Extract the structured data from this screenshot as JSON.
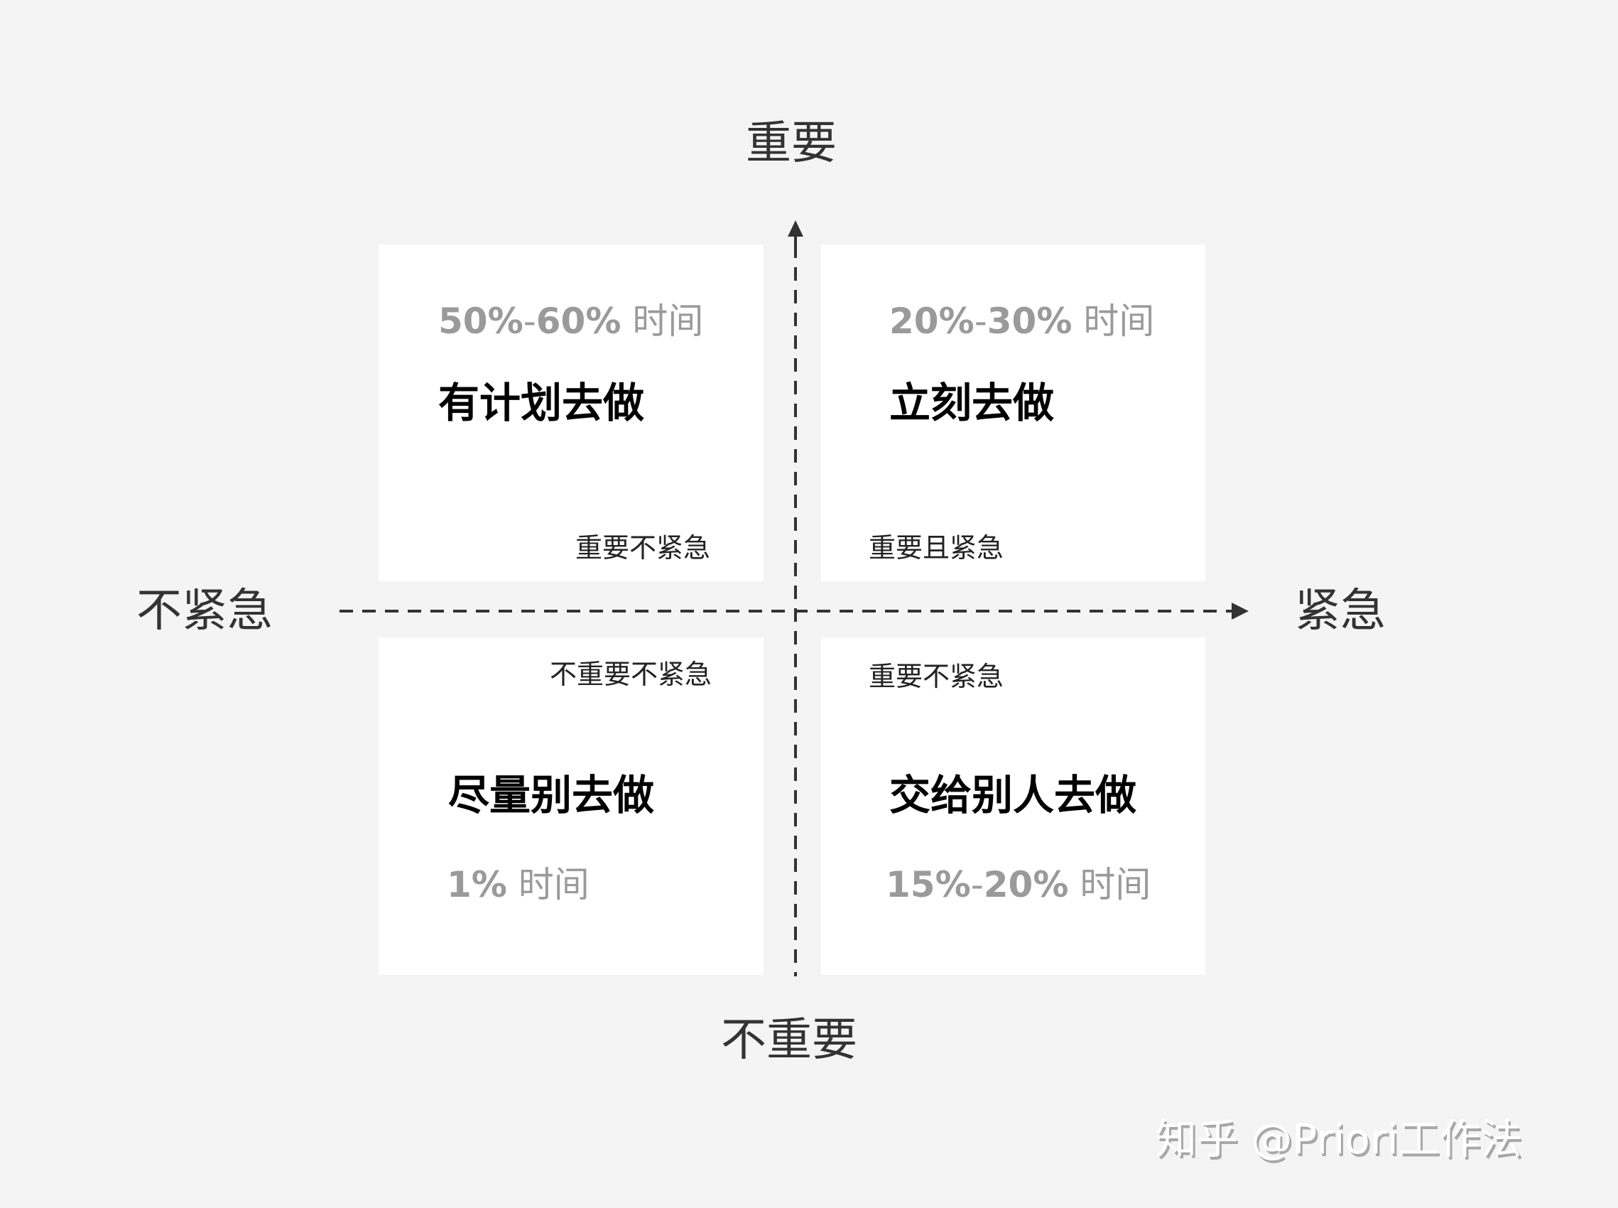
{
  "axes": {
    "top": "重要",
    "bottom": "不重要",
    "left": "不紧急",
    "right": "紧急"
  },
  "quadrants": {
    "top_left": {
      "time_bold_a": "50%",
      "time_sep": "-",
      "time_bold_b": "60%",
      "time_suffix": " 时间",
      "action": "有计划去做",
      "tag": "重要不紧急"
    },
    "top_right": {
      "time_bold_a": "20%",
      "time_sep": "-",
      "time_bold_b": "30%",
      "time_suffix": " 时间",
      "action": "立刻去做",
      "tag": "重要且紧急"
    },
    "bottom_left": {
      "time_bold_a": "1%",
      "time_suffix": " 时间",
      "action": "尽量别去做",
      "tag": "不重要不紧急"
    },
    "bottom_right": {
      "time_bold_a": "15%",
      "time_sep": "-",
      "time_bold_b": "20%",
      "time_suffix": " 时间",
      "action": "交给别人去做",
      "tag": "重要不紧急"
    }
  },
  "watermark": "知乎 @Priori工作法",
  "colors": {
    "background": "#f4f4f4",
    "card": "#ffffff",
    "axis": "#333333",
    "time_text": "#9a9a9a",
    "action_text": "#000000"
  }
}
